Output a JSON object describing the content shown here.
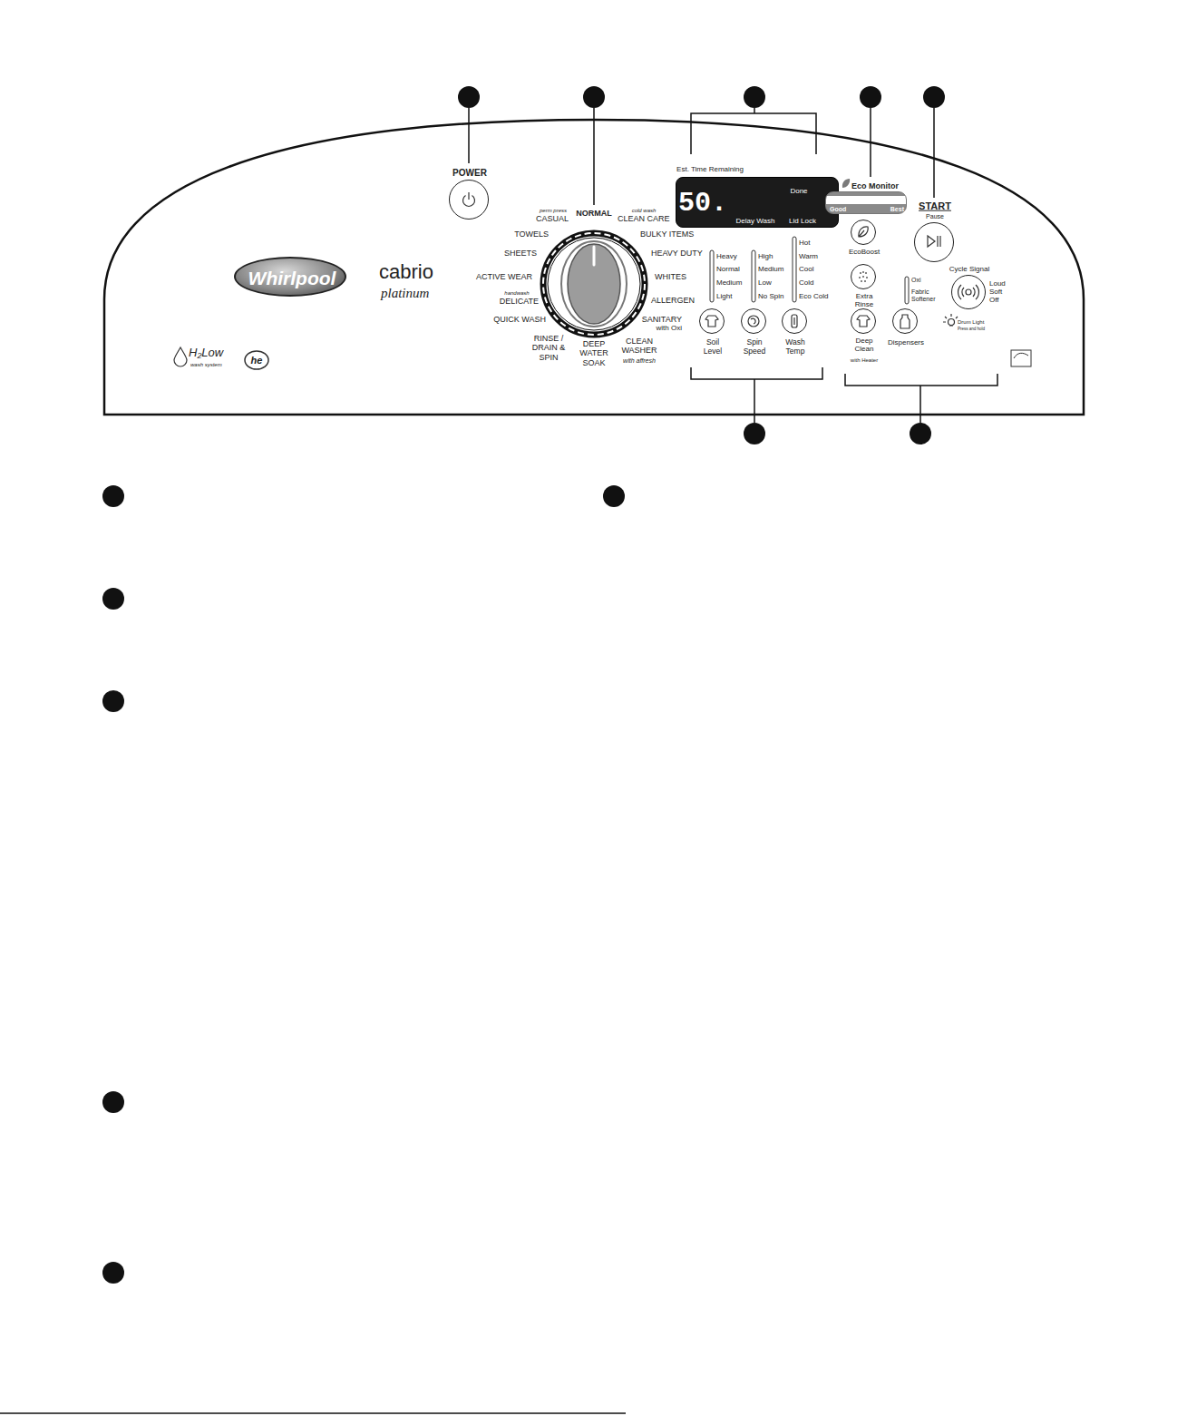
{
  "diagram": {
    "nodes": [
      {
        "text": [
          "Whirlpool"
        ]
      },
      {
        "text": [
          "POWER"
        ]
      },
      {
        "text": [
          "50.",
          "Delay Wash",
          "Done",
          "Lid Lock"
        ]
      },
      {
        "text": [
          "Eco Monitor",
          "Good",
          "Best"
        ]
      },
      {
        "text": [
          "START",
          "Pause"
        ]
      },
      {
        "text": [
          "Soil Level"
        ]
      },
      {
        "text": [
          "Spin Speed"
        ]
      },
      {
        "text": [
          "Wash Temp"
        ]
      },
      {
        "text": [
          "EcoBoost"
        ]
      },
      {
        "text": [
          "Extra Rinse"
        ]
      },
      {
        "text": [
          "Deep Clean",
          "with Heater"
        ]
      },
      {
        "text": [
          "Dispensers"
        ]
      },
      {
        "text": [
          "Cycle Signal"
        ]
      }
    ],
    "labels": [
      "Est. Time Remaining",
      "perm press",
      "CASUAL",
      "NORMAL",
      "cold wash",
      "CLEAN CARE",
      "TOWELS",
      "BULKY ITEMS",
      "SHEETS",
      "HEAVY DUTY",
      "ACTIVE WEAR",
      "WHITES",
      "handwash",
      "DELICATE",
      "ALLERGEN",
      "QUICK WASH",
      "SANITARY",
      "with Oxi",
      "RINSE / DRAIN & SPIN",
      "DEEP WATER SOAK",
      "CLEAN WASHER",
      "with affresh",
      "Heavy",
      "Normal",
      "Medium",
      "Light",
      "High",
      "Medium",
      "Low",
      "No Spin",
      "Hot",
      "Warm",
      "Cool",
      "Cold",
      "Eco Cold",
      "Oxi",
      "Fabric Softener",
      "Loud",
      "Soft",
      "Off",
      "Drum Light",
      "Press and hold",
      "cabrio",
      "platinum",
      "H₂Low",
      "wash system",
      "he"
    ]
  }
}
